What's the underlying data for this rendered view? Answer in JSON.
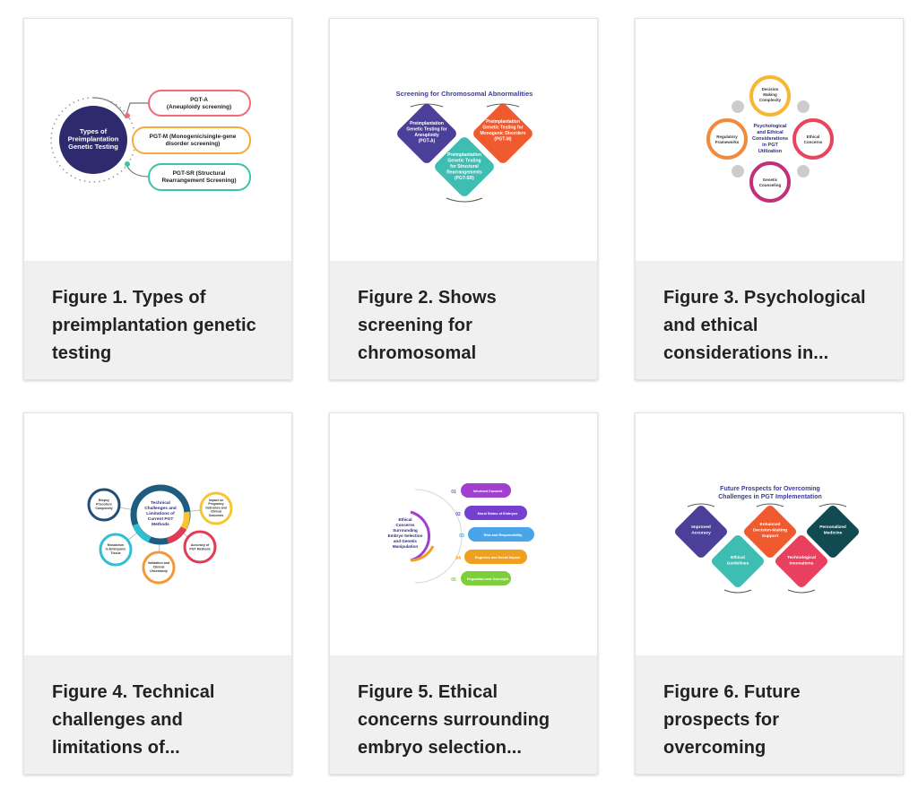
{
  "figures": [
    {
      "caption": "Figure 1. Types of preimplantation genetic testing",
      "diagram": {
        "center": [
          "Types of",
          "Preimplantation",
          "Genetic Testing"
        ],
        "items": [
          [
            "PGT-A",
            "(Aneuploidy screening)"
          ],
          [
            "PGT-M (Monogenic/single-gene",
            "disorder screening)"
          ],
          [
            "PGT-SR (Structural",
            "Rearrangement Screening)"
          ]
        ],
        "colors": [
          "#2d2a6e",
          "#f06a7a",
          "#f7a93b",
          "#3cc3a8"
        ]
      }
    },
    {
      "caption": "Figure 2. Shows screening for chromosomal",
      "diagram": {
        "title": [
          "Screening for Chromosomal Abnormalities"
        ],
        "items": [
          [
            "Preimplantation",
            "Genetic Testing for",
            "Aneuploidy",
            "(PGT-A)"
          ],
          [
            "Preimplantation",
            "Genetic Testing for",
            "Monogenic Disorders",
            "(PGT-M)"
          ],
          [
            "Preimplantation",
            "Genetic Testing",
            "for Structural",
            "Rearrangements",
            "(PGT-SR)"
          ]
        ],
        "colors": [
          "#4b3f9a",
          "#ef5a2f",
          "#3ebdb3"
        ]
      }
    },
    {
      "caption": "Figure 3. Psychological and ethical considerations in...",
      "diagram": {
        "center": [
          "Psychological",
          "and Ethical",
          "Considerations",
          "in PGT",
          "Utilization"
        ],
        "items": [
          [
            "Decision",
            "Making",
            "Complexity"
          ],
          [
            "Regulatory",
            "Frameworks"
          ],
          [
            "Ethical",
            "Concerns"
          ],
          [
            "Genetic",
            "Counseling"
          ]
        ],
        "colors": [
          "#f7b733",
          "#f28a3c",
          "#e8455a",
          "#c2307a"
        ]
      }
    },
    {
      "caption": "Figure 4. Technical challenges and limitations of...",
      "diagram": {
        "center": [
          "Technical",
          "Challenges and",
          "Limitations of",
          "Current PGT",
          "Methods"
        ],
        "items": [
          [
            "Biopsy",
            "Procedure",
            "Complexity"
          ],
          [
            "Impact on",
            "Pregnancy",
            "Outcomes and",
            "Clinical",
            "Outcomes"
          ],
          [
            "Mosaicism",
            "in Embryonic",
            "Tissue"
          ],
          [
            "Validation and",
            "Clinical",
            "Uncertainty"
          ],
          [
            "Accuracy of",
            "PGT Methods"
          ]
        ],
        "colors": [
          "#1f4e79",
          "#f7c52e",
          "#2fbfcf",
          "#f2993a",
          "#e23b55"
        ]
      }
    },
    {
      "caption": "Figure 5. Ethical concerns surrounding embryo selection...",
      "diagram": {
        "center": [
          "Ethical",
          "Concerns",
          "Surrounding",
          "Embryo Selection",
          "and Genetic",
          "Manipulation"
        ],
        "numbers": [
          "01",
          "02",
          "03",
          "04",
          "05"
        ],
        "items": [
          "Informed Consent",
          "Moral Status of Embryos",
          "Risk and Responsibility",
          "Eugenics and Social Impact",
          "Regulation and Oversight"
        ],
        "colors": [
          "#a13fd0",
          "#7540d0",
          "#4aa5e8",
          "#f0a020",
          "#7ccf3a"
        ]
      }
    },
    {
      "caption": "Figure 6. Future prospects for overcoming",
      "diagram": {
        "title": [
          "Future Prospects for Overcoming",
          "Challenges in PGT Implementation"
        ],
        "items": [
          [
            "Improved",
            "Accuracy"
          ],
          [
            "Ethical",
            "Guidelines"
          ],
          [
            "Enhanced",
            "Decision-Making",
            "Support"
          ],
          [
            "Technological",
            "Innovations"
          ],
          [
            "Personalized",
            "Medicine"
          ]
        ],
        "colors": [
          "#4b3f9a",
          "#3ebdb3",
          "#ef5a2f",
          "#e8405e",
          "#124a52"
        ]
      }
    }
  ]
}
